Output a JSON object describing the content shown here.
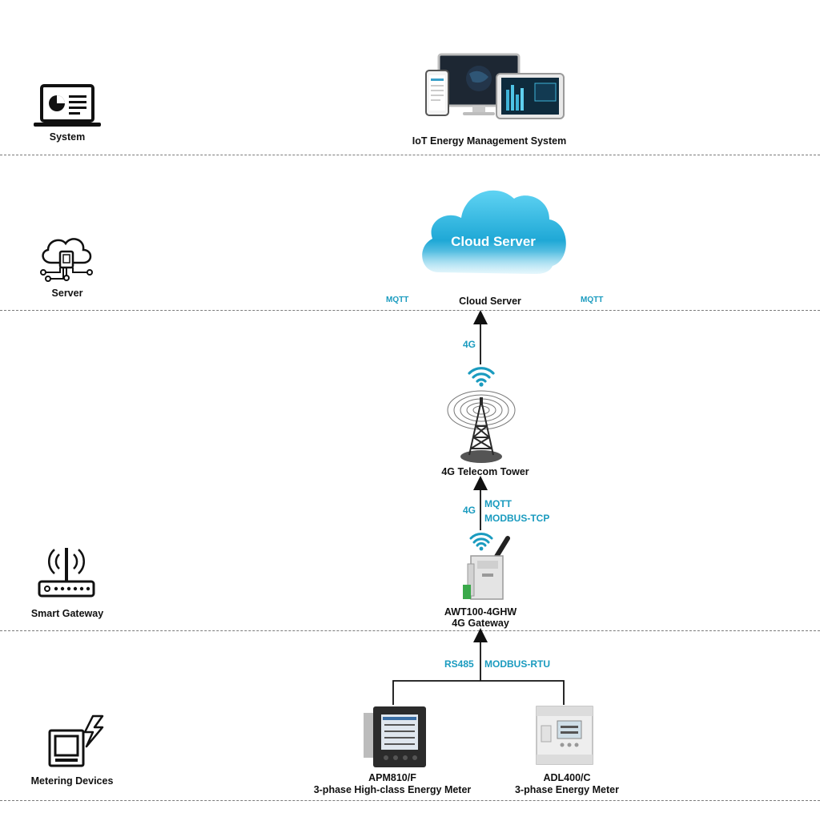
{
  "layers": {
    "system": "System",
    "server": "Server",
    "gateway": "Smart Gateway",
    "metering": "Metering Devices"
  },
  "nodes": {
    "ems": "IoT Energy Management System",
    "cloud_inner": "Cloud Server",
    "cloud_label": "Cloud Server",
    "tower": "4G Telecom Tower",
    "gateway_model": "AWT100-4GHW",
    "gateway_desc": "4G Gateway",
    "meter1_model": "APM810/F",
    "meter1_desc": "3-phase High-class Energy Meter",
    "meter2_model": "ADL400/C",
    "meter2_desc": "3-phase Energy Meter"
  },
  "protocols": {
    "mqtt_left": "MQTT",
    "mqtt_right": "MQTT",
    "tower_link": "4G",
    "gw_link": "4G",
    "gw_mqtt": "MQTT",
    "gw_modbus_tcp": "MODBUS-TCP",
    "rs485": "RS485",
    "modbus_rtu": "MODBUS-RTU"
  },
  "colors": {
    "accent": "#1a9bbf",
    "divider": "#7a7a7a",
    "text": "#111111"
  },
  "icons": [
    "laptop-chart-icon",
    "cloud-network-icon",
    "router-icon",
    "meter-lightning-icon",
    "wifi-icon"
  ]
}
